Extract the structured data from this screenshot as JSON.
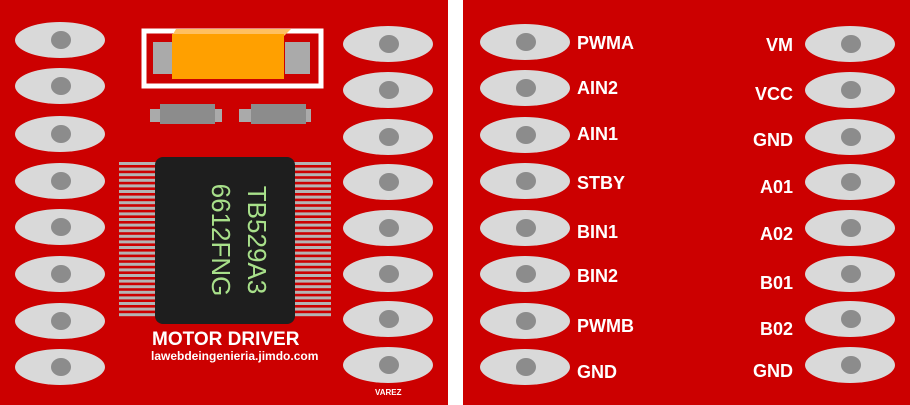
{
  "board": {
    "chip_line1": "TB529A3",
    "chip_line2": "6612FNG",
    "title": "MOTOR DRIVER",
    "website": "lawebdeingenieria.jimdo.com",
    "credit": "VAREZ"
  },
  "pinout": {
    "left_pins": [
      "PWMA",
      "AIN2",
      "AIN1",
      "STBY",
      "BIN1",
      "BIN2",
      "PWMB",
      "GND"
    ],
    "right_pins": [
      "VM",
      "VCC",
      "GND",
      "A01",
      "A02",
      "B01",
      "B02",
      "GND"
    ]
  },
  "colors": {
    "board_red": "#cc0000",
    "pad_gray": "#d9d9d9",
    "pad_hole": "#8c8c8c",
    "chip_black": "#1e1e1e",
    "chip_text": "#a8e08a",
    "capacitor_orange": "#ffa000"
  }
}
